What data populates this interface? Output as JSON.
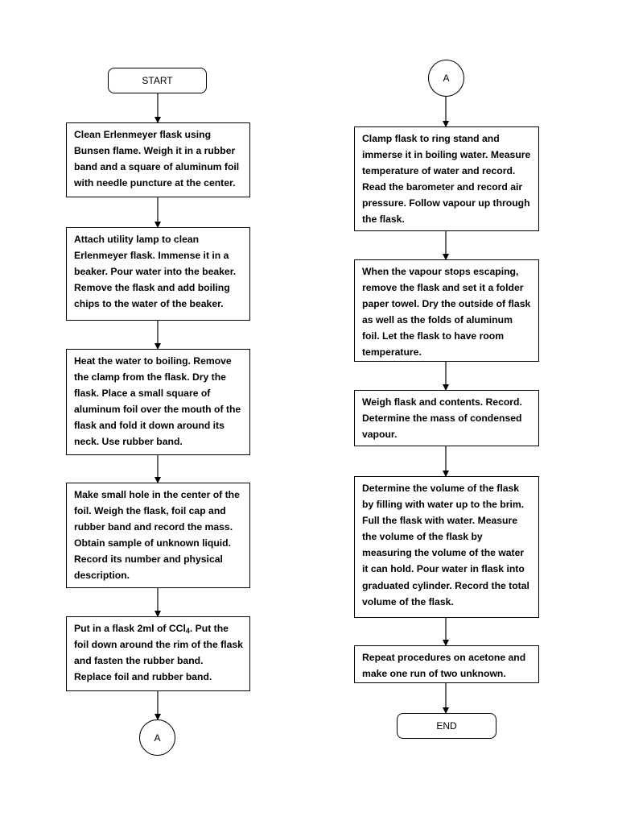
{
  "left_column": {
    "start": "START",
    "steps": [
      {
        "text": "Clean Erlenmeyer flask using Bunsen flame. Weigh it in a rubber band and a square of aluminum foil with needle puncture at the center."
      },
      {
        "text": "Attach utility lamp to clean Erlenmeyer flask. Immense it in a beaker. Pour water into the beaker. Remove the flask and add boiling chips to the water of the beaker."
      },
      {
        "text": "Heat the water to boiling. Remove the clamp from the flask. Dry the flask. Place a small square of aluminum foil over the mouth of the flask and fold it down around its neck. Use rubber band."
      },
      {
        "text": "Make small hole in the center of the foil. Weigh the flask, foil cap and rubber band and record the mass. Obtain sample of unknown liquid. Record its number and physical description."
      },
      {
        "text_before": "Put in a flask 2ml of CCl",
        "subscript": "4",
        "text_after": ". Put the foil down around the rim of the flask and fasten the rubber band. Replace foil and rubber band."
      }
    ],
    "connector": "A"
  },
  "right_column": {
    "connector": "A",
    "steps": [
      {
        "text": "Clamp flask to ring stand and immerse it in boiling water. Measure temperature of water and record. Read the barometer and record air pressure. Follow vapour up through the flask."
      },
      {
        "text": "When the vapour stops escaping, remove the flask and set it a folder paper towel. Dry the outside of flask as well as the folds of aluminum foil. Let the flask to have room temperature."
      },
      {
        "text": "Weigh flask and contents. Record. Determine the mass of condensed vapour."
      },
      {
        "text": "Determine the volume of the flask by filling with water up to the brim. Full the flask with water. Measure the volume of the flask by measuring the volume of the water it can hold. Pour water in flask into graduated cylinder. Record the total volume of the flask."
      },
      {
        "text": "Repeat procedures on acetone and make one run of two unknown."
      }
    ],
    "end": "END"
  }
}
